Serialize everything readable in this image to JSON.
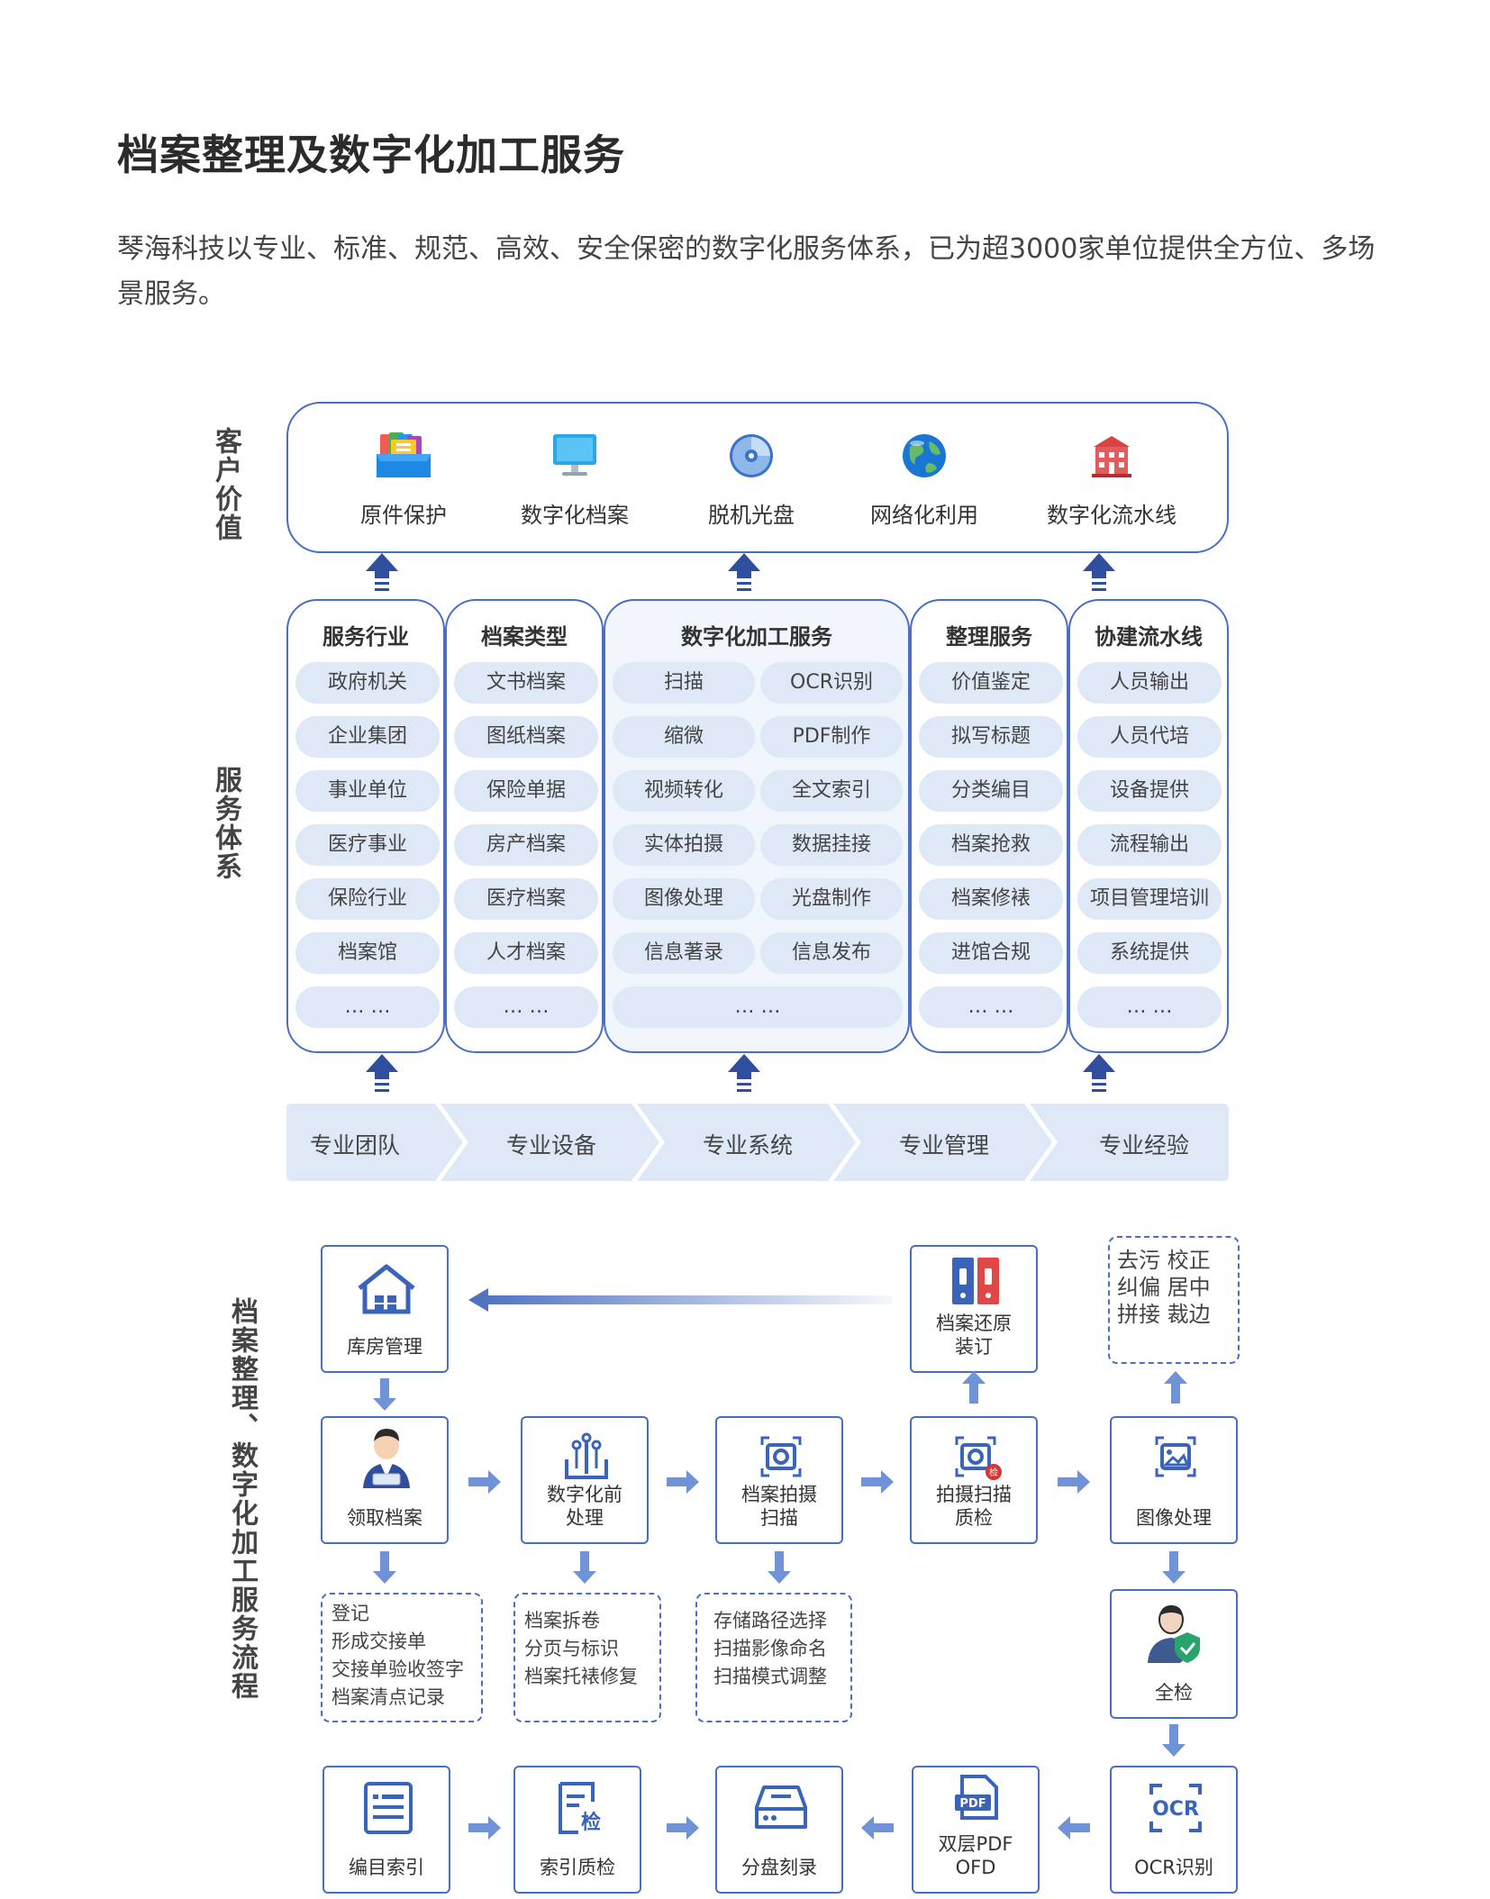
{
  "title": "档案整理及数字化加工服务",
  "description": "琴海科技以专业、标准、规范、高效、安全保密的数字化服务体系，已为超3000家单位提供全方位、多场景服务。",
  "labels": {
    "customer_value": "客户价值",
    "service_system": "服务体系",
    "process": "档案整理、数字化加工服务流程"
  },
  "customer_value": [
    {
      "icon": "folder-icon",
      "label": "原件保护"
    },
    {
      "icon": "monitor-icon",
      "label": "数字化档案"
    },
    {
      "icon": "disc-icon",
      "label": "脱机光盘"
    },
    {
      "icon": "globe-icon",
      "label": "网络化利用"
    },
    {
      "icon": "building-icon",
      "label": "数字化流水线"
    }
  ],
  "columns": {
    "industries": {
      "title": "服务行业",
      "items": [
        "政府机关",
        "企业集团",
        "事业单位",
        "医疗事业",
        "保险行业",
        "档案馆",
        "… …"
      ]
    },
    "archive_types": {
      "title": "档案类型",
      "items": [
        "文书档案",
        "图纸档案",
        "保险单据",
        "房产档案",
        "医疗档案",
        "人才档案",
        "… …"
      ]
    },
    "digitization": {
      "title": "数字化加工服务",
      "items": [
        "扫描",
        "OCR识别",
        "缩微",
        "PDF制作",
        "视频转化",
        "全文索引",
        "实体拍摄",
        "数据挂接",
        "图像处理",
        "光盘制作",
        "信息著录",
        "信息发布",
        "… …"
      ]
    },
    "organizing": {
      "title": "整理服务",
      "items": [
        "价值鉴定",
        "拟写标题",
        "分类编目",
        "档案抢救",
        "档案修裱",
        "进馆合规",
        "… …"
      ]
    },
    "pipeline": {
      "title": "协建流水线",
      "items": [
        "人员输出",
        "人员代培",
        "设备提供",
        "流程输出",
        "项目管理培训",
        "系统提供",
        "… …"
      ]
    }
  },
  "foundation": [
    "专业团队",
    "专业设备",
    "专业系统",
    "专业管理",
    "专业经验"
  ],
  "flow": {
    "warehouse": "库房管理",
    "restore": [
      "档案还原",
      "装订"
    ],
    "image_ops": [
      "去污 校正",
      "纠偏 居中",
      "拼接 裁边"
    ],
    "receive": "领取档案",
    "preprocess": [
      "数字化前",
      "处理"
    ],
    "capture": [
      "档案拍摄",
      "扫描"
    ],
    "qc": [
      "拍摄扫描",
      "质检"
    ],
    "image_process": "图像处理",
    "receive_notes": [
      "登记",
      "形成交接单",
      "交接单验收签字",
      "档案清点记录"
    ],
    "preprocess_notes": [
      "档案拆卷",
      "分页与标识",
      "档案托裱修复"
    ],
    "capture_notes": [
      "存储路径选择",
      "扫描影像命名",
      "扫描模式调整"
    ],
    "full_check": "全检",
    "catalog": "编目索引",
    "index_check": "索引质检",
    "burn": "分盘刻录",
    "pdf": [
      "双层PDF",
      "OFD"
    ],
    "ocr": "OCR识别",
    "qc_badge": "检",
    "index_badge": "检",
    "pdf_badge": "PDF",
    "ocr_badge": "OCR"
  },
  "colors": {
    "accent": "#4a6fbf",
    "pill": "#dfe8f6",
    "arrow": "#2f4f9e",
    "flow_arrow": "#6f93d6"
  }
}
